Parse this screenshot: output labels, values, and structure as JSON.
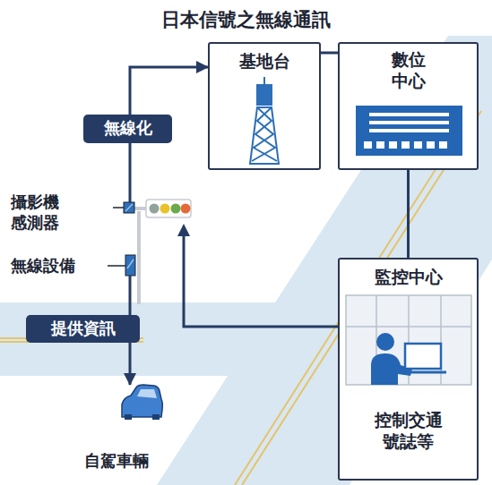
{
  "diagram": {
    "title": "日本信號之無線通訊",
    "nodes": [
      {
        "text": [
          "基地台"
        ]
      },
      {
        "text": [
          "數位 中心"
        ]
      },
      {
        "text": [
          "無線化"
        ]
      },
      {
        "text": [
          "監控中心",
          "控制交通 號誌等"
        ]
      },
      {
        "text": [
          "提供資訊"
        ]
      },
      {
        "text": [
          "自駕車輛"
        ]
      }
    ],
    "edges": [
      {
        "from": 0,
        "to": 1,
        "arrow": "none"
      },
      {
        "from": 1,
        "to": 3,
        "arrow": "none"
      },
      {
        "from": 2,
        "to": 0,
        "arrow": "to"
      },
      {
        "from": 4,
        "to": 5,
        "arrow": "to"
      }
    ],
    "labels": [
      "攝影機 感測器",
      "無線設備"
    ]
  }
}
